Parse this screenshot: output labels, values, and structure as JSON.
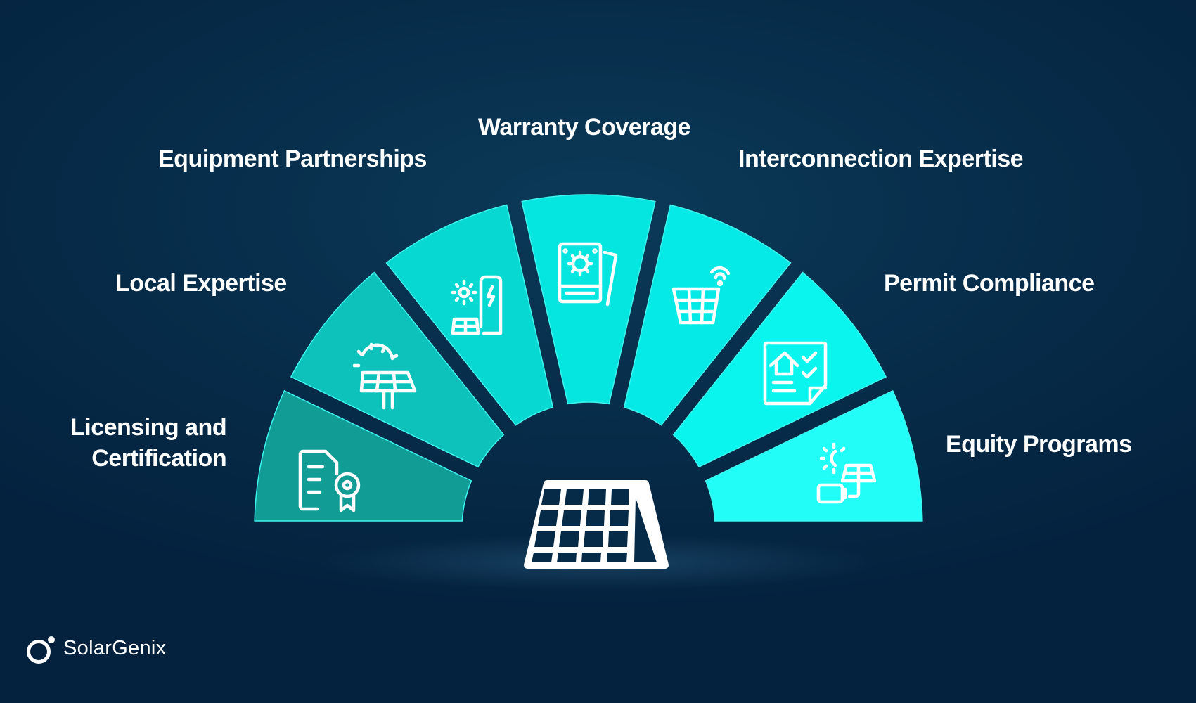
{
  "diagram": {
    "type": "semicircle-fan",
    "center_icon": "solar-panel-icon",
    "segments": [
      {
        "label_lines": [
          "Licensing and",
          "Certification"
        ],
        "icon": "certificate-document-icon",
        "color": "#129c96"
      },
      {
        "label_lines": [
          "Local Expertise"
        ],
        "icon": "solar-panel-sun-icon",
        "color": "#0ec2bc"
      },
      {
        "label_lines": [
          "Equipment Partnerships"
        ],
        "icon": "solar-charging-station-icon",
        "color": "#08d8d2"
      },
      {
        "label_lines": [
          "Warranty Coverage"
        ],
        "icon": "warranty-booklet-icon",
        "color": "#06e6e0"
      },
      {
        "label_lines": [
          "Interconnection Expertise"
        ],
        "icon": "smart-basket-wifi-icon",
        "color": "#05eae6"
      },
      {
        "label_lines": [
          "Permit Compliance"
        ],
        "icon": "house-checklist-icon",
        "color": "#0bf5ef"
      },
      {
        "label_lines": [
          "Equity Programs"
        ],
        "icon": "solar-battery-icon",
        "color": "#22fdf8"
      }
    ]
  },
  "colors": {
    "background": "#062b48",
    "gap": "#062b48",
    "text": "#ffffff"
  },
  "brand": {
    "name": "SolarGenix"
  }
}
